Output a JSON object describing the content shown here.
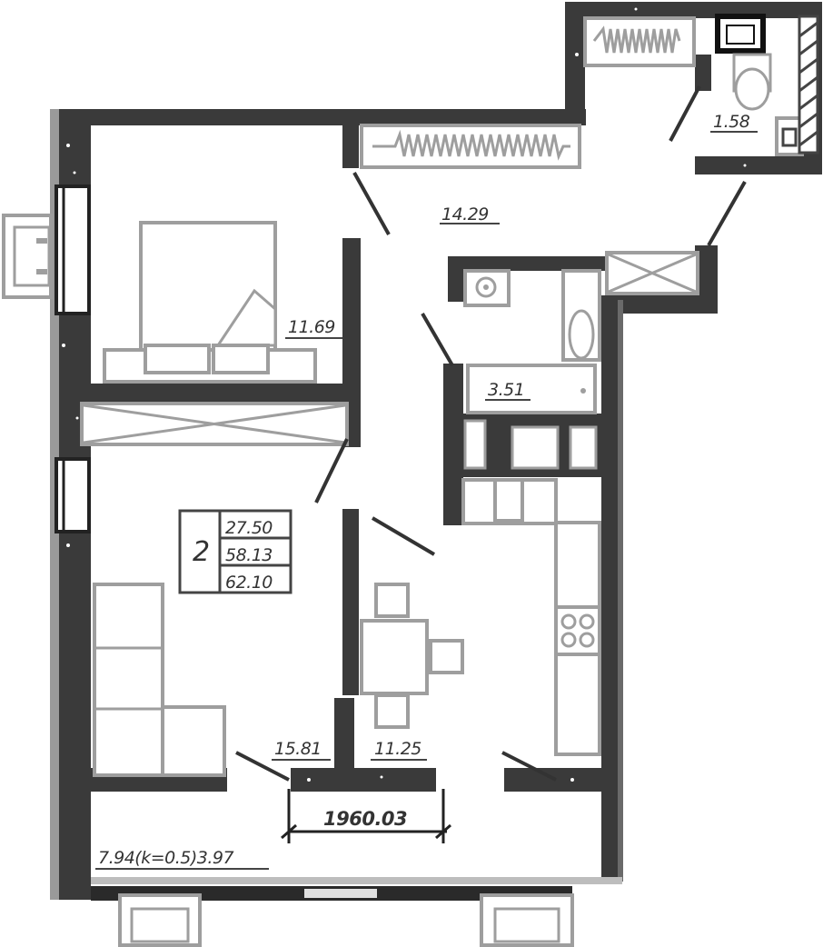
{
  "rooms": {
    "corridor_area": "14.29",
    "bedroom_area": "11.69",
    "toilet_area": "1.58",
    "bathroom_area": "3.51",
    "living_area": "15.81",
    "kitchen_area": "11.25",
    "balcony_area": "7.94(k=0.5)3.97"
  },
  "summary": {
    "room_count": "2",
    "living_total": "27.50",
    "total_area": "58.13",
    "total_with_balcony": "62.10"
  },
  "ceiling_dimension": "1960.03",
  "colors": {
    "wall": "#3a3a3a",
    "furniture": "#9e9e9e",
    "background": "#ffffff"
  }
}
